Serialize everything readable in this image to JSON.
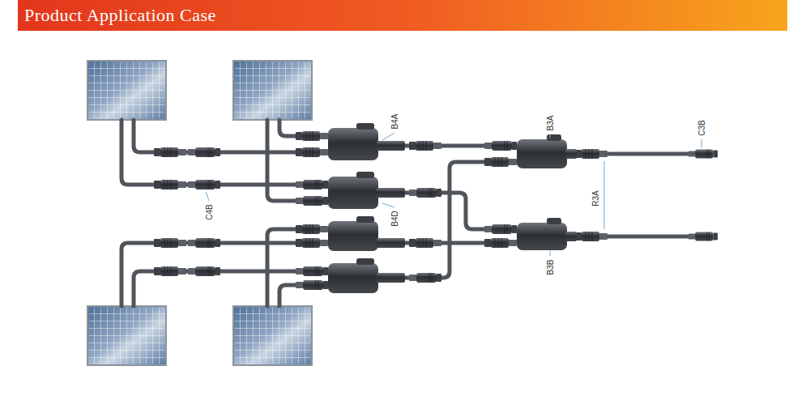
{
  "diagram": {
    "title": "Product Application Case",
    "labels": [
      "B4A",
      "B4D",
      "C4B",
      "B3A",
      "B3B",
      "R3A",
      "C3B"
    ]
  }
}
